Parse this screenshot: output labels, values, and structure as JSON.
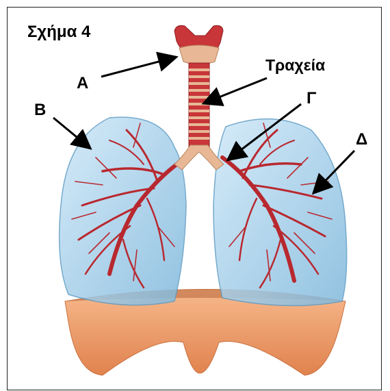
{
  "figure": {
    "title": "Σχήμα 4",
    "labels": {
      "a": "Α",
      "b": "Β",
      "trachea": "Τραχεία",
      "g": "Γ",
      "d": "Δ"
    }
  },
  "colors": {
    "lung_fill": "#a9d3ee",
    "lung_stroke": "#6aa6cc",
    "bronchi": "#b8282f",
    "trachea": "#c8363a",
    "cartilage": "#e8b896",
    "diaphragm": "#f0a070",
    "arrow": "#000000"
  }
}
